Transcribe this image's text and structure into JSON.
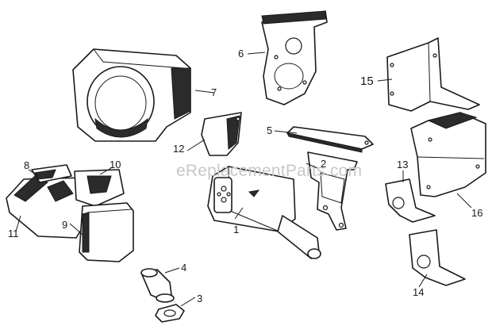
{
  "watermark": "eReplacementParts.com",
  "callouts": [
    "1",
    "2",
    "3",
    "4",
    "5",
    "6",
    "7",
    "8",
    "9",
    "10",
    "11",
    "12",
    "13",
    "14",
    "15",
    "16"
  ],
  "colors": {
    "ink": "#1a1a1a",
    "paper": "#ffffff",
    "watermark": "#c8c8c8"
  }
}
